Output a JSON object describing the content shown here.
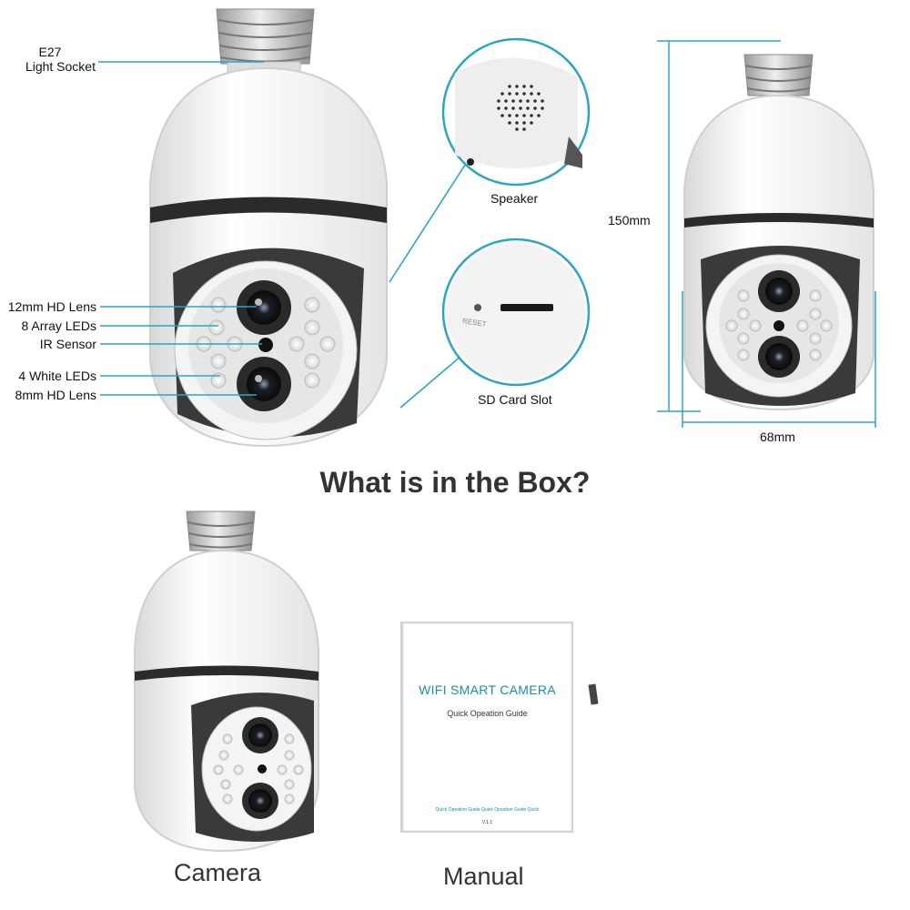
{
  "callouts": {
    "socket_line1": "E27",
    "socket_line2": "Light Socket",
    "lens12": "12mm HD Lens",
    "array_leds": "8 Array LEDs",
    "ir_sensor": "IR Sensor",
    "white_leds": "4 White LEDs",
    "lens8": "8mm HD Lens"
  },
  "details": {
    "speaker": "Speaker",
    "sd_slot": "SD Card Slot",
    "reset": "RESET"
  },
  "dimensions": {
    "height": "150mm",
    "width": "68mm"
  },
  "box": {
    "heading": "What is in the Box?",
    "camera_caption": "Camera",
    "manual_caption": "Manual"
  },
  "manual": {
    "title": "WIFI SMART CAMERA",
    "subtitle": "Quick Opeation Guide",
    "footer": "Quick Opeation Guide Quick Opeation Guide Quick",
    "version": "V.1.1"
  },
  "colors": {
    "accent_line": "#2aa6c2",
    "dimension_line": "#2aa6c2"
  }
}
